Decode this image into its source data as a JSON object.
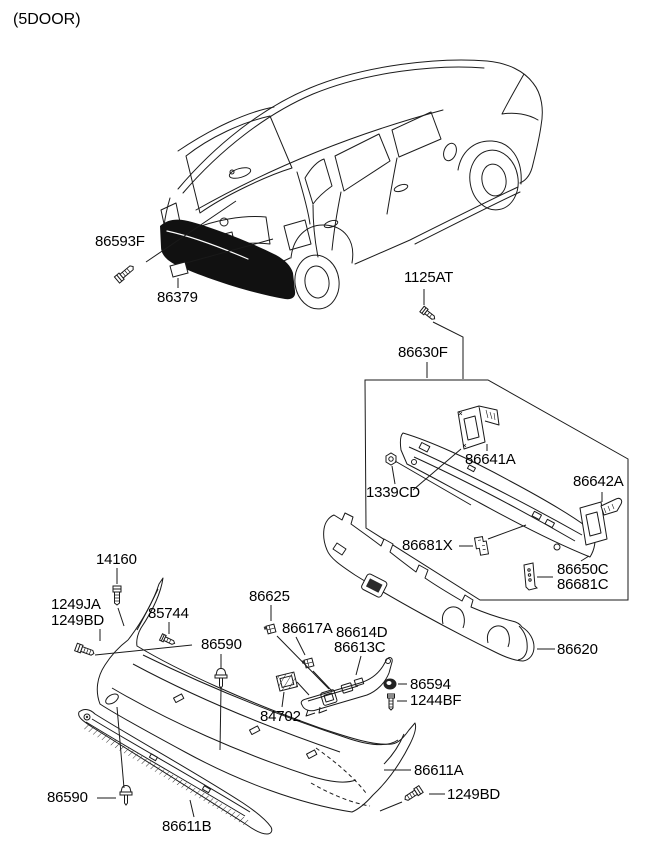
{
  "header": {
    "variant": "(5DOOR)"
  },
  "diagram": {
    "description": "Exploded rear bumper parts diagram for a 5-door hatchback",
    "colors": {
      "line": "#1a1a1a",
      "paper": "#ffffff",
      "shaded_bumper": "#111111"
    }
  },
  "callouts": [
    {
      "id": "86593F",
      "text": "86593F",
      "fastener": "bolt"
    },
    {
      "id": "86379",
      "text": "86379",
      "fastener": "pad"
    },
    {
      "id": "1125AT",
      "text": "1125AT",
      "fastener": "bolt"
    },
    {
      "id": "86630F",
      "text": "86630F",
      "fastener": null
    },
    {
      "id": "86641A",
      "text": "86641A",
      "fastener": null
    },
    {
      "id": "86642A",
      "text": "86642A",
      "fastener": null
    },
    {
      "id": "1339CD",
      "text": "1339CD",
      "fastener": "nut"
    },
    {
      "id": "86681X",
      "text": "86681X",
      "fastener": "clip"
    },
    {
      "id": "86650C",
      "text": "86650C",
      "fastener": "clip"
    },
    {
      "id": "86681C",
      "text": "86681C",
      "fastener": "clip"
    },
    {
      "id": "86620",
      "text": "86620",
      "fastener": null
    },
    {
      "id": "14160",
      "text": "14160",
      "fastener": "bolt"
    },
    {
      "id": "1249JA",
      "text": "1249JA",
      "fastener": "bolt"
    },
    {
      "id": "1249BD",
      "text": "1249BD",
      "fastener": "bolt"
    },
    {
      "id": "85744",
      "text": "85744",
      "fastener": "screw"
    },
    {
      "id": "86590-upper",
      "text": "86590",
      "fastener": "push-clip"
    },
    {
      "id": "86625",
      "text": "86625",
      "fastener": "clip"
    },
    {
      "id": "86617A",
      "text": "86617A",
      "fastener": "clip"
    },
    {
      "id": "86614D",
      "text": "86614D",
      "fastener": null
    },
    {
      "id": "86613C",
      "text": "86613C",
      "fastener": null
    },
    {
      "id": "86594",
      "text": "86594",
      "fastener": "grommet"
    },
    {
      "id": "1244BF",
      "text": "1244BF",
      "fastener": "screw"
    },
    {
      "id": "84702",
      "text": "84702",
      "fastener": null
    },
    {
      "id": "86611A",
      "text": "86611A",
      "fastener": null
    },
    {
      "id": "1249BD-lower",
      "text": "1249BD",
      "fastener": "bolt"
    },
    {
      "id": "86590-lower",
      "text": "86590",
      "fastener": "push-clip"
    },
    {
      "id": "86611B",
      "text": "86611B",
      "fastener": null
    }
  ]
}
